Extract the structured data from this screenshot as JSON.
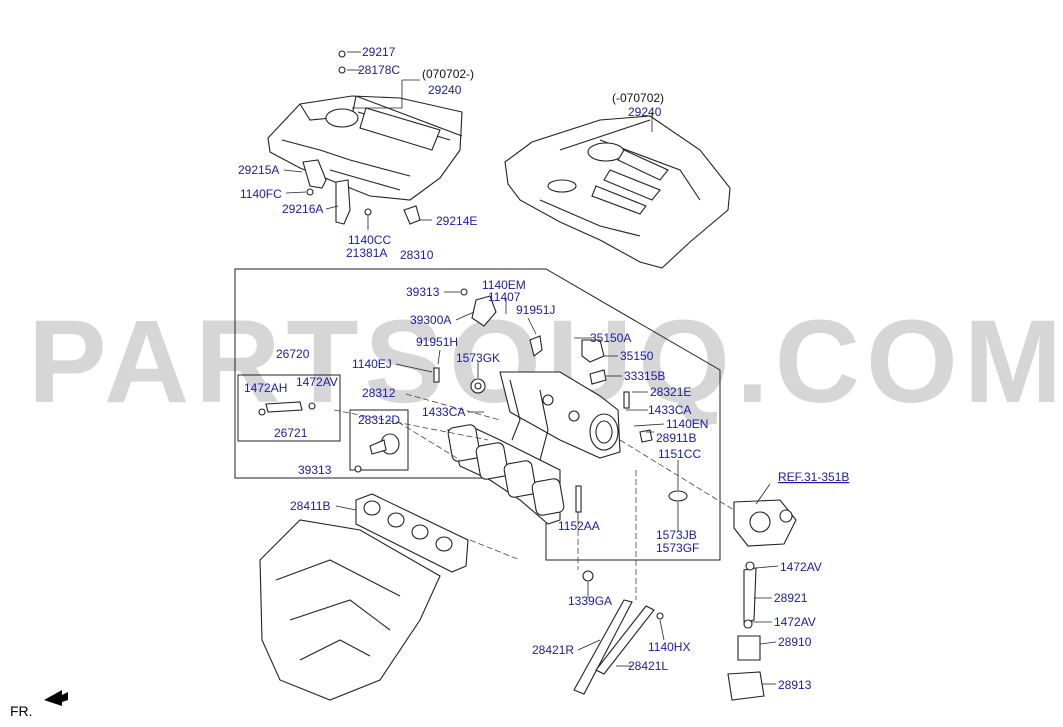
{
  "watermark": "PARTSOUQ.COM",
  "front_indicator": "FR.",
  "reference": "REF.31-351B",
  "variant_notes": {
    "from_070702": "(070702-)",
    "until_070702": "(-070702)"
  },
  "parts": {
    "p29217": "29217",
    "p28178C": "28178C",
    "p29240_a": "29240",
    "p29240_b": "29240",
    "p29215A": "29215A",
    "p1140FC": "1140FC",
    "p29216A": "29216A",
    "p29214E": "29214E",
    "p1140CC": "1140CC",
    "p21381A": "21381A",
    "p28310": "28310",
    "p39313_top": "39313",
    "p1140EM": "1140EM",
    "p11407": "11407",
    "p91951J": "91951J",
    "p39300A": "39300A",
    "p35150A": "35150A",
    "p35150": "35150",
    "p91951H": "91951H",
    "p1573GK": "1573GK",
    "p33315B": "33315B",
    "p26720": "26720",
    "p1140EJ": "1140EJ",
    "p1472AH": "1472AH",
    "p1472AV_box": "1472AV",
    "p28312": "28312",
    "p28321E": "28321E",
    "p1433CA_a": "1433CA",
    "p1433CA_b": "1433CA",
    "p28312D": "28312D",
    "p1140EN": "1140EN",
    "p26721": "26721",
    "p28911B": "28911B",
    "p39313_bot": "39313",
    "p1151CC": "1151CC",
    "p28411B": "28411B",
    "p1152AA": "1152AA",
    "p1573JB": "1573JB",
    "p1573GF": "1573GF",
    "p1472AV_a": "1472AV",
    "p1339GA": "1339GA",
    "p28921": "28921",
    "p1472AV_b": "1472AV",
    "p28910": "28910",
    "p1140HX": "1140HX",
    "p28421R": "28421R",
    "p28421L": "28421L",
    "p28913": "28913"
  }
}
